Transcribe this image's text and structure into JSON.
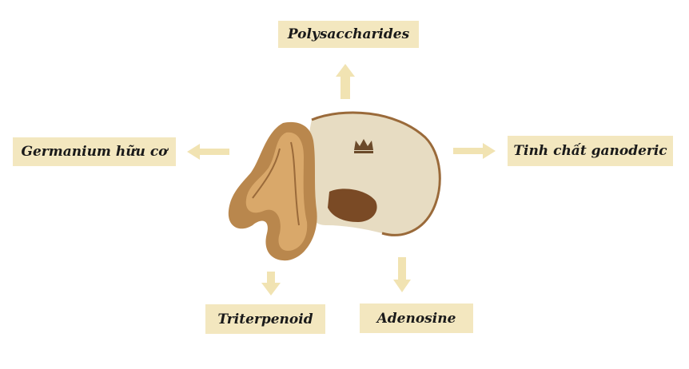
{
  "theme": {
    "box_bg": "#f3e7bf",
    "arrow": "#f1e3b2",
    "text": "#1a1a1a",
    "cap_outer": "#b9874d",
    "cap_inner": "#d9a86a",
    "underside": "#e7dcc2",
    "underside_rim": "#9a6a3a"
  },
  "labels": {
    "top": "Polysaccharides",
    "left": "Germanium hữu cơ",
    "right": "Tinh chất ganoderic",
    "bottom_left": "Triterpenoid",
    "bottom_right": "Adenosine"
  },
  "image": {
    "subject": "lingzhi-mushroom",
    "emblem": "crown-icon"
  }
}
